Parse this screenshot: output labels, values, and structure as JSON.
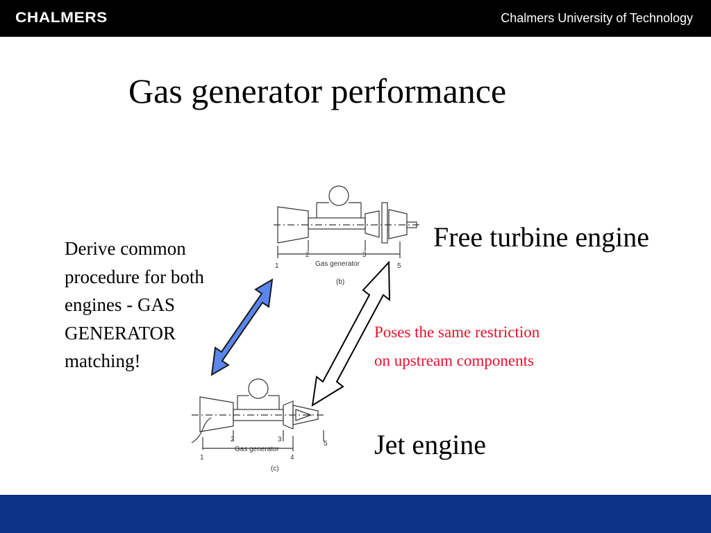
{
  "header": {
    "logo": "CHALMERS",
    "university": "Chalmers University of Technology"
  },
  "slide": {
    "title": "Gas generator performance",
    "left_note": "Derive common procedure for both engines - GAS GENERATOR matching!",
    "free_turbine_label": "Free turbine engine",
    "jet_label": "Jet engine",
    "red_note_line1": "Poses the same restriction",
    "red_note_line2": "on upstream components"
  },
  "figure_b": {
    "station_1": "1",
    "station_2": "2",
    "station_3": "3",
    "station_5": "5",
    "caption": "Gas generator",
    "tag": "(b)"
  },
  "figure_c": {
    "station_1": "1",
    "station_2": "2",
    "station_3": "3",
    "station_4": "4",
    "station_5": "5",
    "caption": "Gas generator",
    "tag": "(c)"
  },
  "colors": {
    "header_bg": "#000000",
    "footer_bg": "#0b3284",
    "red_note": "#e8102e",
    "blue_arrow": "#5a86ee"
  }
}
